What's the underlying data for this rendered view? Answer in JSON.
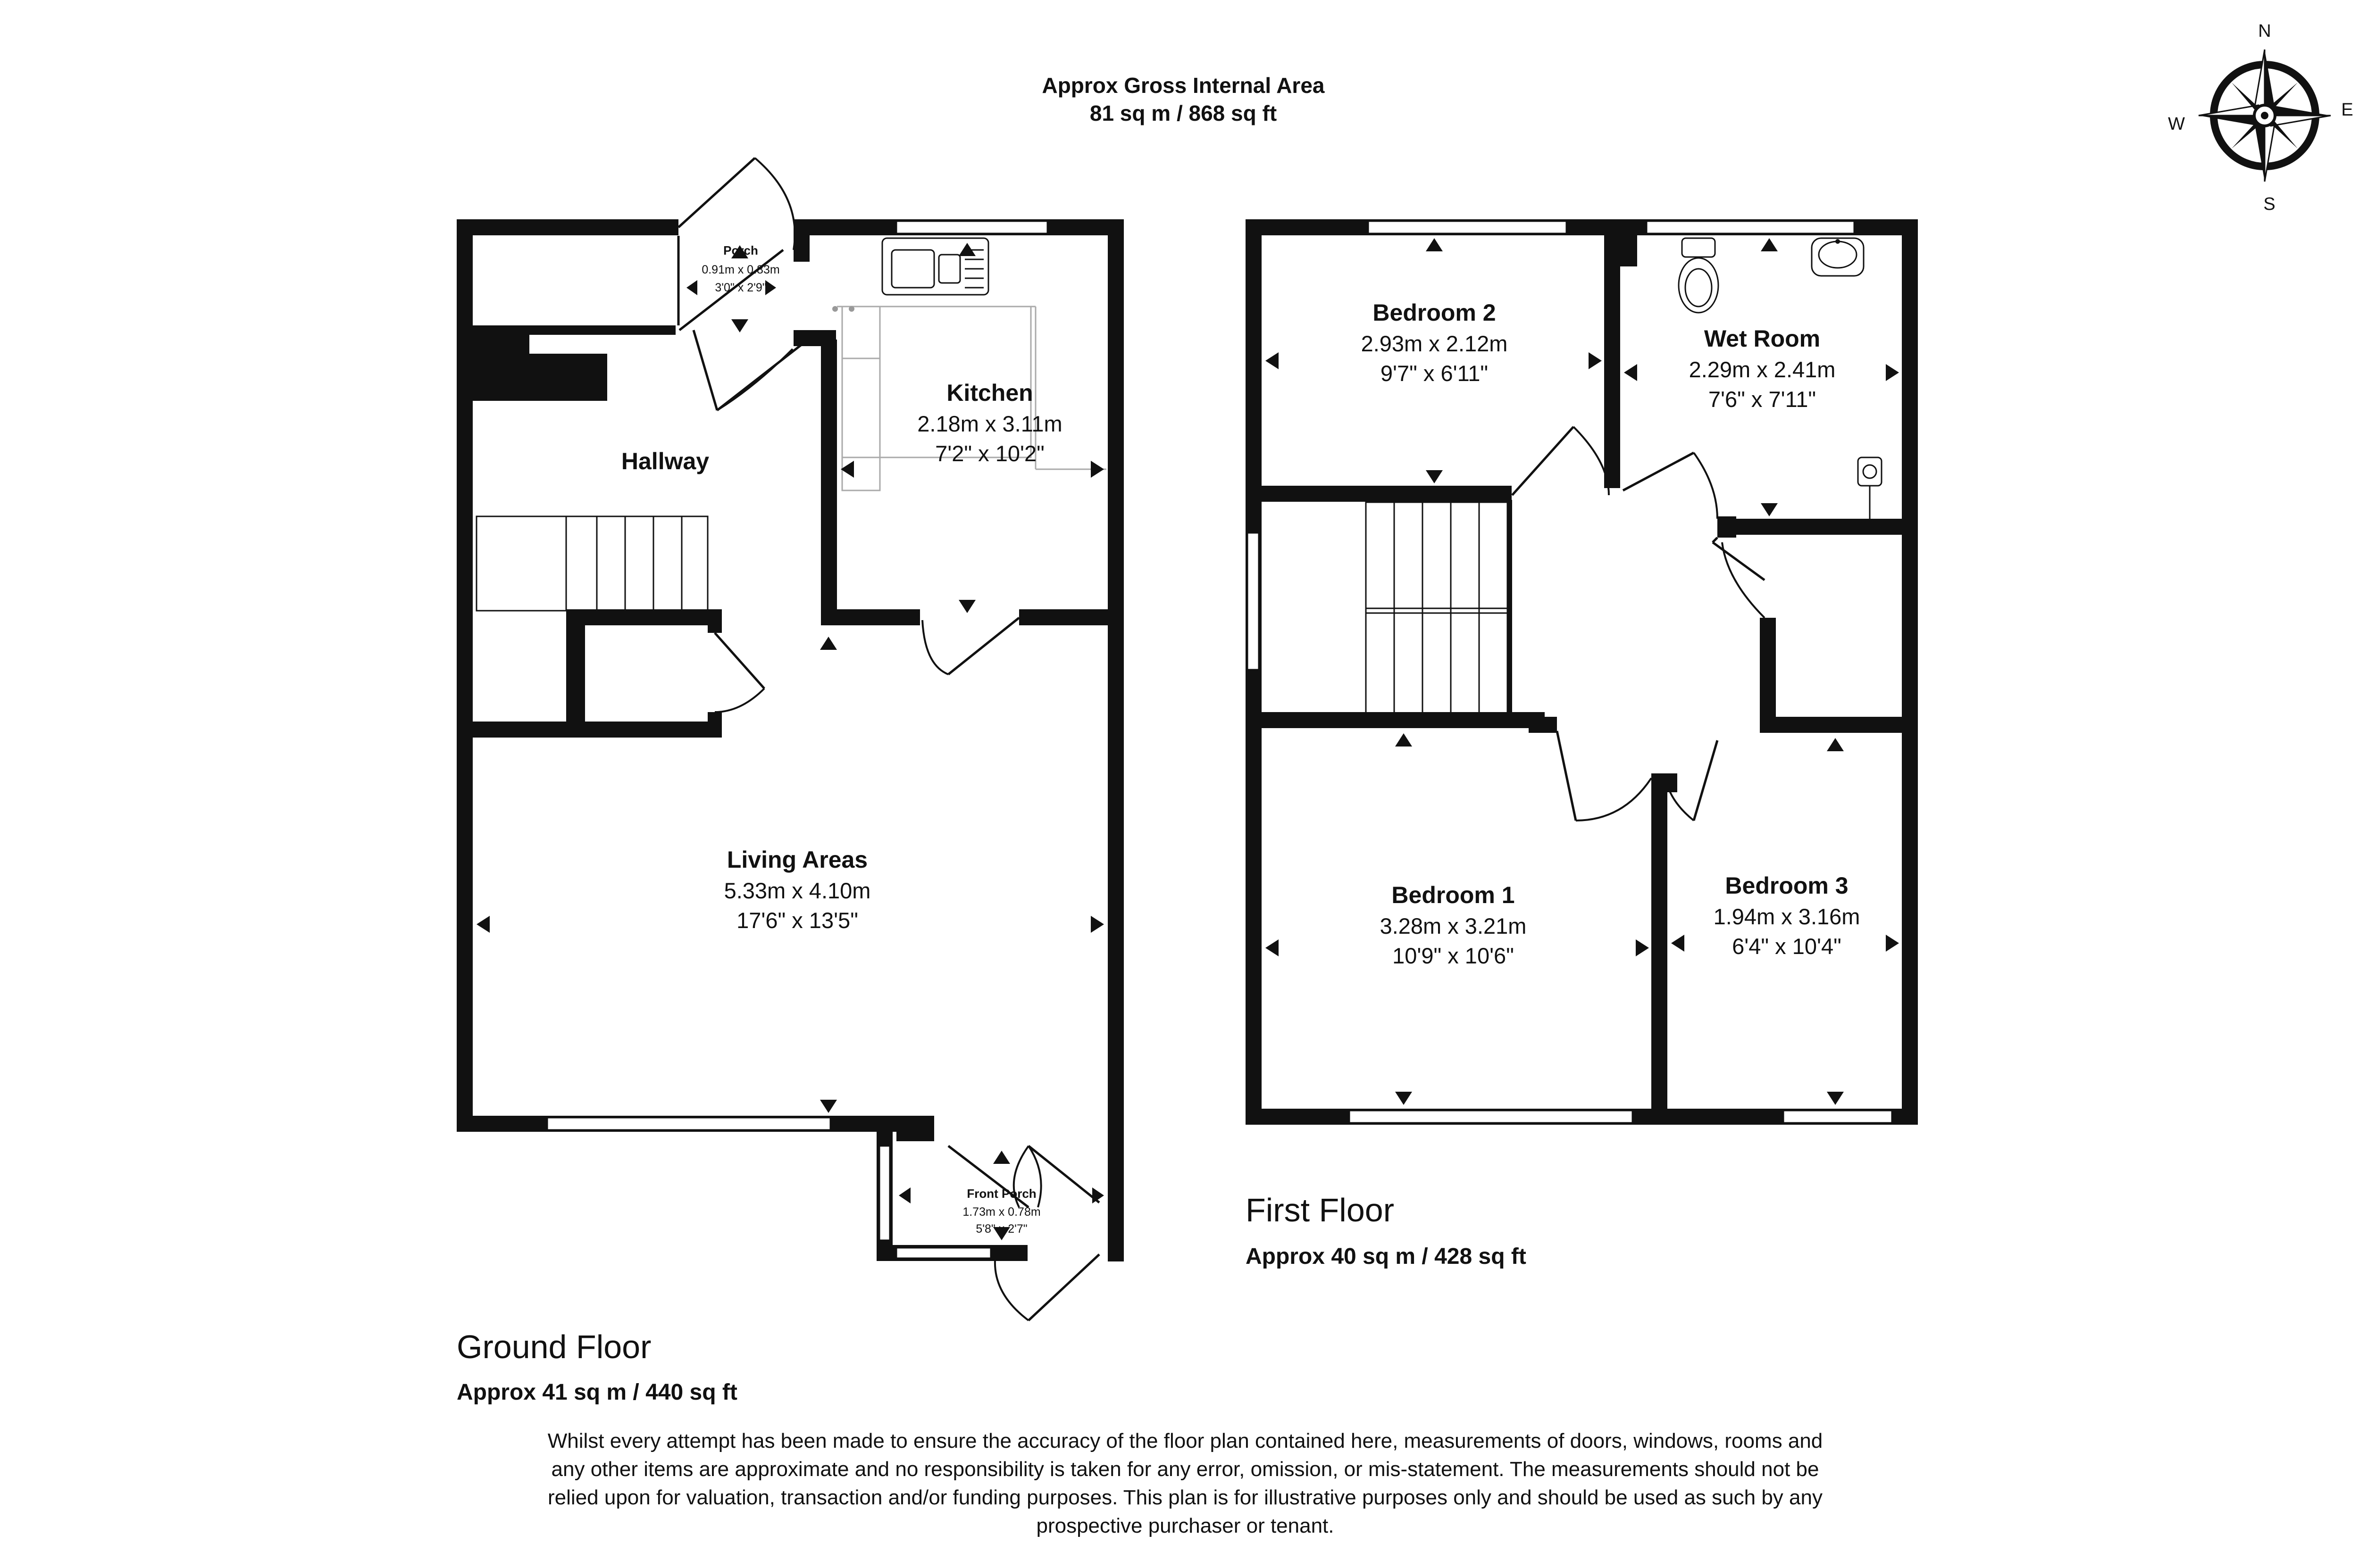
{
  "header": {
    "title": "Approx Gross Internal Area",
    "area": "81 sq m / 868 sq ft"
  },
  "compass": {
    "n": "N",
    "e": "E",
    "s": "S",
    "w": "W",
    "icon": "compass-rose-icon"
  },
  "ground_floor": {
    "label": "Ground Floor",
    "area": "Approx 41 sq m / 440 sq ft",
    "rooms": {
      "porch": {
        "name": "Porch",
        "metric": "0.91m x 0.83m",
        "imperial": "3'0\" x 2'9\""
      },
      "kitchen": {
        "name": "Kitchen",
        "metric": "2.18m x 3.11m",
        "imperial": "7'2\" x 10'2\""
      },
      "hallway": {
        "name": "Hallway"
      },
      "living": {
        "name": "Living Areas",
        "metric": "5.33m x 4.10m",
        "imperial": "17'6\" x 13'5\""
      },
      "front_porch": {
        "name": "Front Porch",
        "metric": "1.73m x 0.78m",
        "imperial": "5'8\" x 2'7\""
      }
    }
  },
  "first_floor": {
    "label": "First Floor",
    "area": "Approx 40 sq m / 428 sq ft",
    "rooms": {
      "bedroom2": {
        "name": "Bedroom 2",
        "metric": "2.93m x 2.12m",
        "imperial": "9'7\" x 6'11\""
      },
      "wetroom": {
        "name": "Wet Room",
        "metric": "2.29m x 2.41m",
        "imperial": "7'6\" x 7'11\""
      },
      "bedroom1": {
        "name": "Bedroom 1",
        "metric": "3.28m x 3.21m",
        "imperial": "10'9\" x 10'6\""
      },
      "bedroom3": {
        "name": "Bedroom 3",
        "metric": "1.94m x 3.16m",
        "imperial": "6'4\" x 10'4\""
      }
    }
  },
  "disclaimer": [
    "Whilst every attempt has been made to ensure the accuracy of the floor plan contained here, measurements of doors, windows, rooms and",
    "any other items are approximate and no responsibility is taken for any error, omission, or mis-statement. The measurements should not be",
    "relied upon for valuation, transaction and/or funding purposes. This plan is for illustrative purposes only and should be used as such by any",
    "prospective purchaser or tenant."
  ]
}
